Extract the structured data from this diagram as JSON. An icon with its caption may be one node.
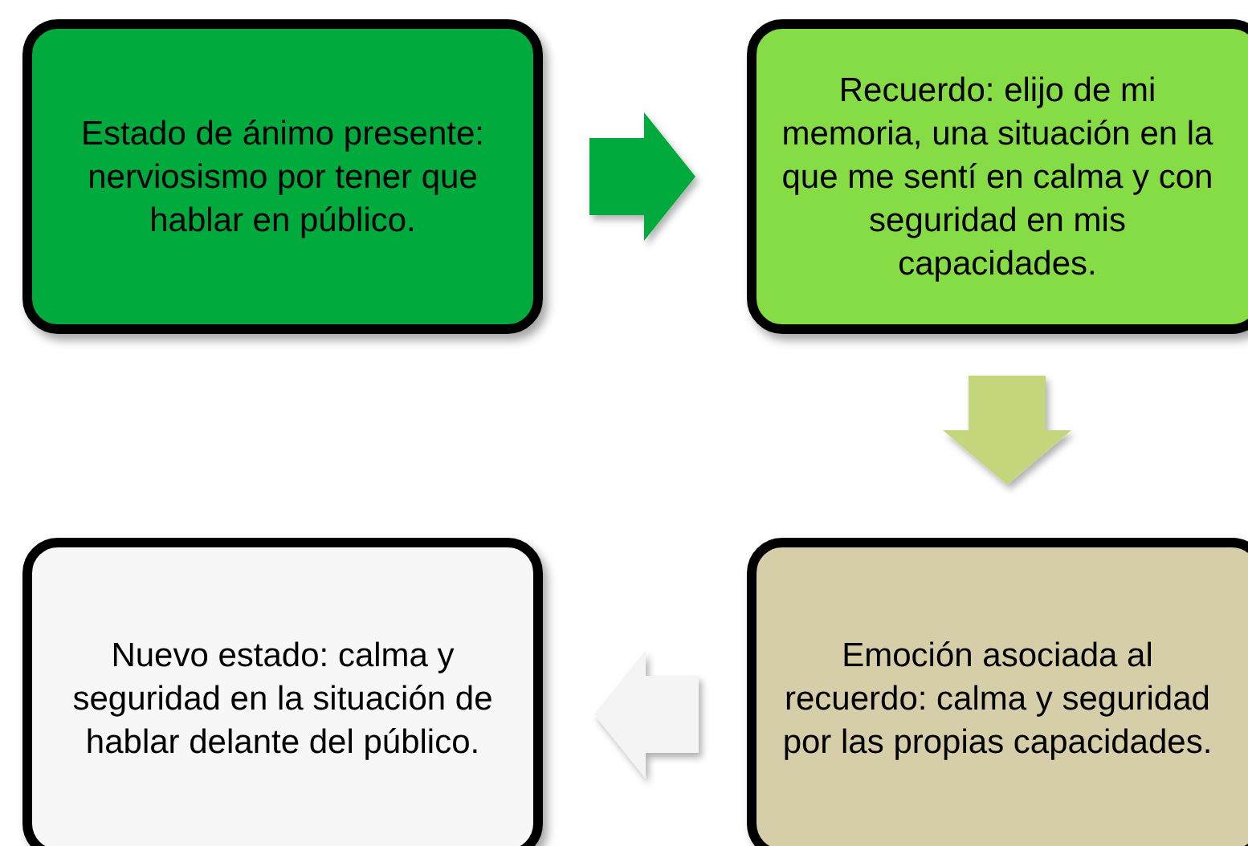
{
  "diagram": {
    "nodes": [
      {
        "text": [
          "Estado de ánimo presente: nerviosismo por tener que hablar en público."
        ]
      },
      {
        "text": [
          "Recuerdo: elijo de mi memoria, una situación en la que me sentí en calma y con seguridad en mis capacidades."
        ]
      },
      {
        "text": [
          "Emoción asociada al recuerdo: calma y seguridad por las propias capacidades."
        ]
      },
      {
        "text": [
          "Nuevo estado: calma y seguridad en la situación de hablar delante del público."
        ]
      }
    ],
    "edges": [
      {
        "from": 0,
        "to": 1,
        "arrow": "to",
        "style": "thick",
        "color": "#00aa3d"
      },
      {
        "from": 1,
        "to": 2,
        "arrow": "to",
        "style": "thick",
        "color": "#c3d67b"
      },
      {
        "from": 2,
        "to": 3,
        "arrow": "to",
        "style": "thick",
        "color": "#f4f4f4"
      }
    ]
  }
}
